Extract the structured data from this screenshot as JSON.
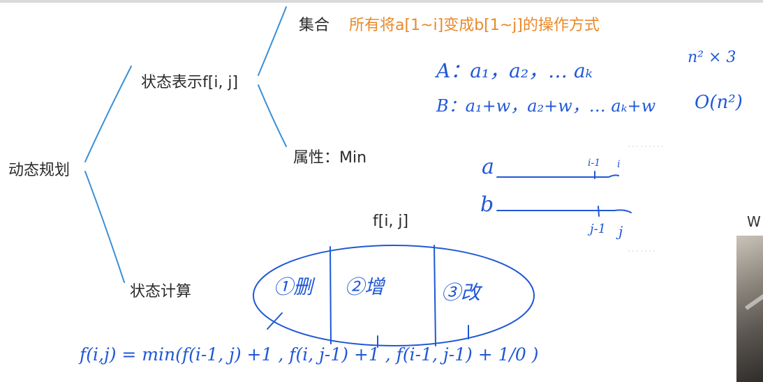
{
  "tree": {
    "root": "动态规划",
    "state_repr": "状态表示f[i, j]",
    "set_label": "集合",
    "set_desc": "所有将a[1~i]变成b[1~j]的操作方式",
    "attr": "属性：Min",
    "compute": "状态计算"
  },
  "notes": {
    "line_a": "A：a₁，a₂，… aₖ",
    "n2x3": "n² × 3",
    "line_b": "B：a₁+w，a₂+w，… aₖ+w",
    "complexity": "O(n²)",
    "letter_a": "a",
    "letter_b": "b",
    "idx_a": "i-1",
    "idx_a2": "i",
    "idx_b": "j-1",
    "idx_b2": "j"
  },
  "ellipse": {
    "label": "f[i, j]",
    "parts": [
      "①删",
      "②增",
      "③改"
    ]
  },
  "formula": "f(i,j) = min(f(i-1, j) +1 , f(i, j-1) +1 , f(i-1, j-1) + 1/0 )",
  "video": {
    "letter": "W"
  },
  "colors": {
    "text": "#2a2a2a",
    "accent_orange": "#e8892a",
    "pen_blue": "#1f57d6",
    "tree_line": "#3a8fd6"
  }
}
